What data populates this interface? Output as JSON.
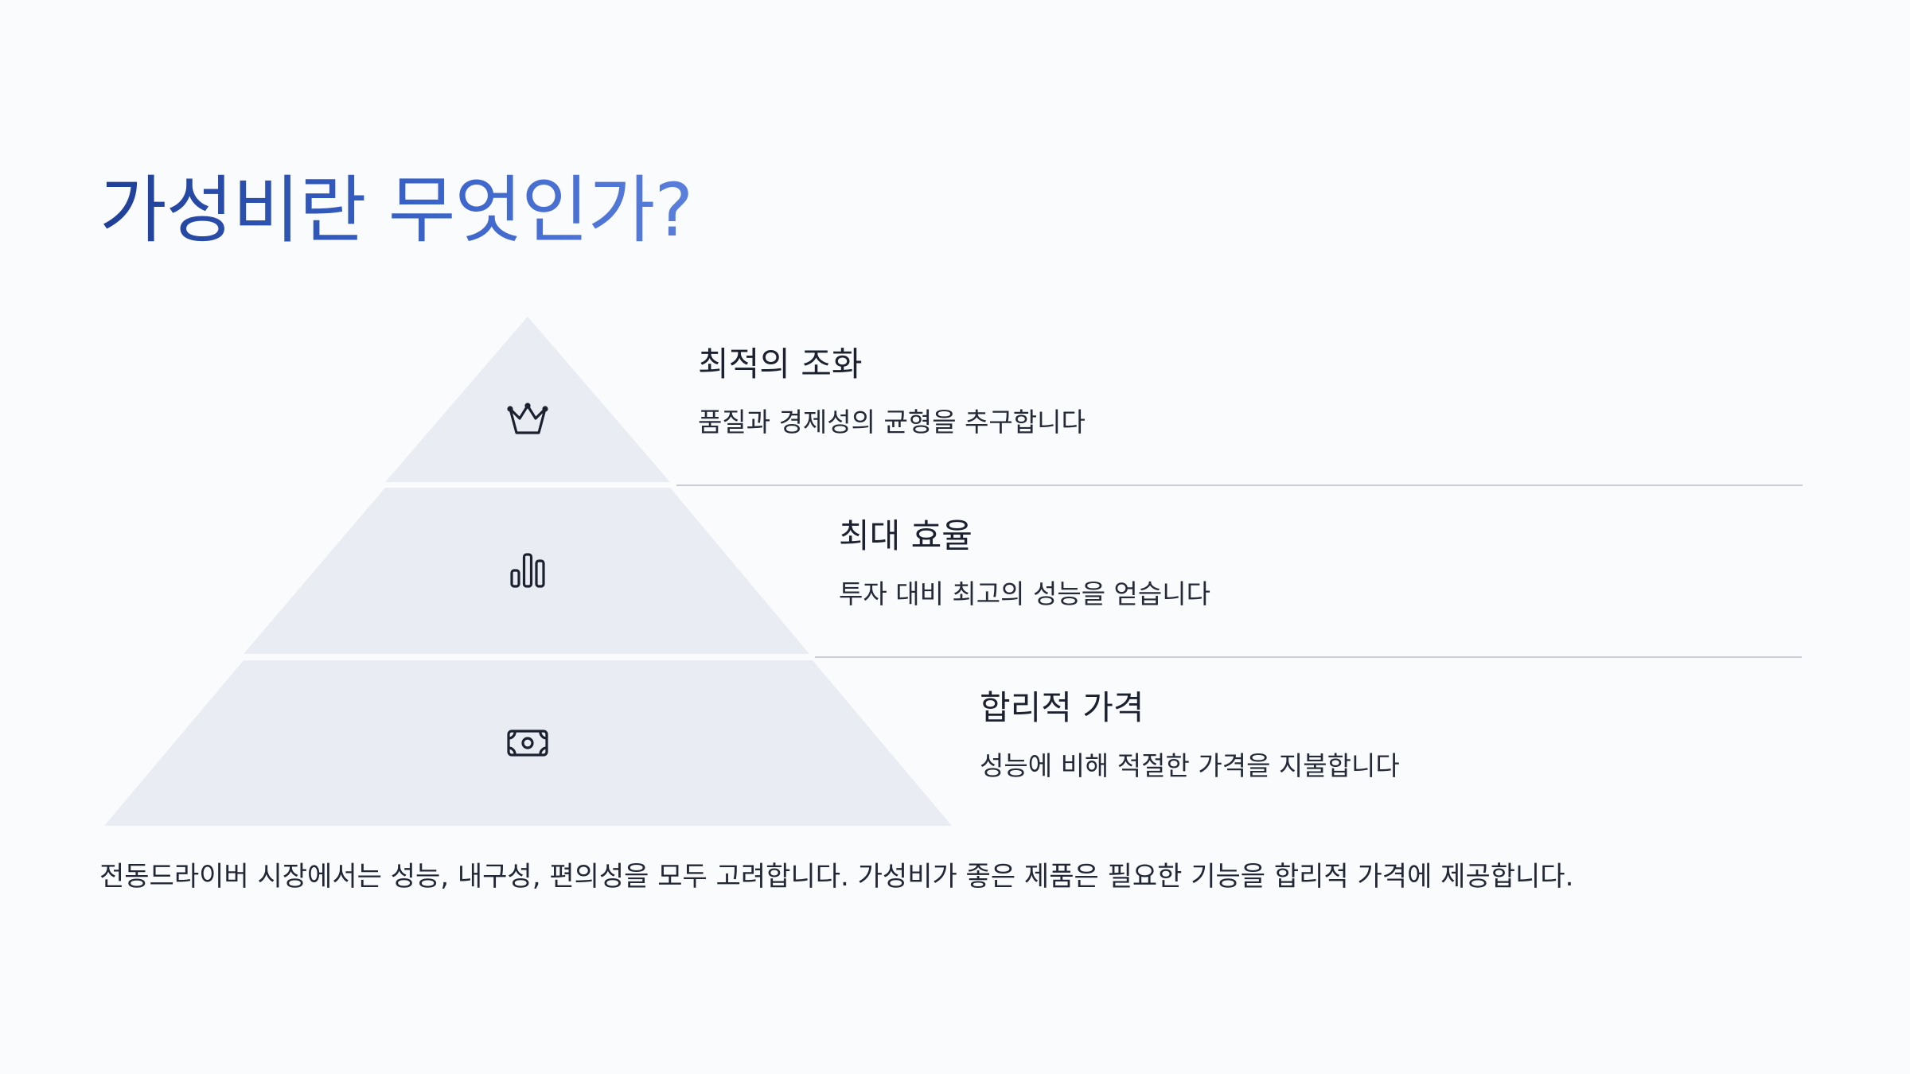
{
  "title": "가성비란 무엇인가?",
  "tiers": [
    {
      "heading": "최적의 조화",
      "description": "품질과 경제성의 균형을 추구합니다",
      "icon": "crown-icon"
    },
    {
      "heading": "최대 효율",
      "description": "투자 대비 최고의 성능을 얻습니다",
      "icon": "bar-chart-icon"
    },
    {
      "heading": "합리적 가격",
      "description": "성능에 비해 적절한 가격을 지불합니다",
      "icon": "banknote-icon"
    }
  ],
  "summary": "전동드라이버 시장에서는 성능, 내구성, 편의성을 모두 고려합니다. 가성비가 좋은 제품은 필요한 기능을 합리적 가격에 제공합니다.",
  "colors": {
    "background": "#fafbfd",
    "pyramid_fill": "#e9ecf3",
    "divider": "#c9ccd6",
    "icon_stroke": "#1c2130",
    "title_gradient_start": "#1f3f96",
    "title_gradient_end": "#5a7fdc"
  }
}
